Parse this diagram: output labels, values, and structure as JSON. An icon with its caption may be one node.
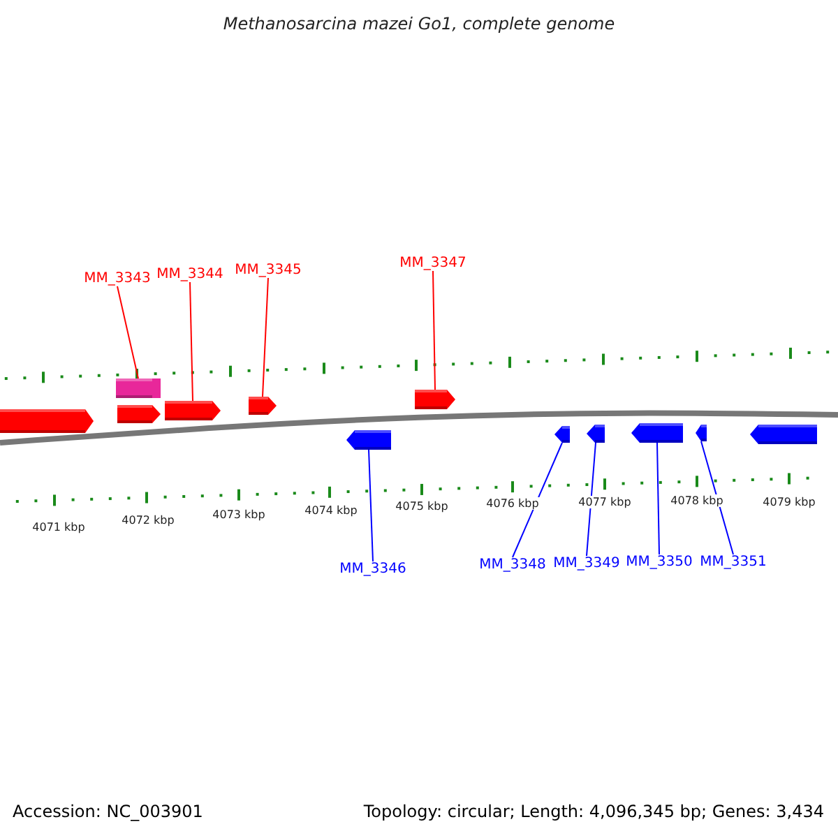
{
  "diagram": {
    "title": "Methanosarcina mazei Go1, complete genome",
    "nodes": [
      {
        "text": [
          "MM_3343"
        ]
      },
      {
        "text": [
          "MM_3344"
        ]
      },
      {
        "text": [
          "MM_3345"
        ]
      },
      {
        "text": [
          "MM_3347"
        ]
      },
      {
        "text": [
          "MM_3346"
        ]
      },
      {
        "text": [
          "MM_3348"
        ]
      },
      {
        "text": [
          "MM_3349"
        ]
      },
      {
        "text": [
          "MM_3350"
        ]
      },
      {
        "text": [
          "MM_3351"
        ]
      },
      {
        "text": [],
        "shape": "arrow"
      },
      {
        "text": [],
        "shape": "box"
      },
      {
        "text": [],
        "shape": "arrow"
      },
      {
        "text": [],
        "shape": "arrow"
      },
      {
        "text": [],
        "shape": "arrow"
      },
      {
        "text": [],
        "shape": "arrow"
      },
      {
        "text": [],
        "shape": "arrow"
      },
      {
        "text": [],
        "shape": "arrow"
      },
      {
        "text": [],
        "shape": "arrow"
      },
      {
        "text": [],
        "shape": "arrow"
      },
      {
        "text": [],
        "shape": "arrow"
      },
      {
        "text": [],
        "shape": "arrow"
      }
    ],
    "edges": [
      {
        "from": 0,
        "to": 10,
        "arrow": "none",
        "color": "#ff0000"
      },
      {
        "from": 1,
        "to": 12,
        "arrow": "none",
        "color": "#ff0000"
      },
      {
        "from": 2,
        "to": 13,
        "arrow": "none",
        "color": "#ff0000"
      },
      {
        "from": 3,
        "to": 14,
        "arrow": "none",
        "color": "#ff0000"
      },
      {
        "from": 4,
        "to": 15,
        "arrow": "none"
      },
      {
        "from": 5,
        "to": 16,
        "arrow": "none"
      },
      {
        "from": 6,
        "to": 17,
        "arrow": "none"
      },
      {
        "from": 7,
        "to": 18,
        "arrow": "none"
      },
      {
        "from": 8,
        "to": 19,
        "arrow": "none"
      }
    ],
    "labels": [
      "4071 kbp",
      "4072 kbp",
      "4073 kbp",
      "4074 kbp",
      "4075 kbp",
      "4076 kbp",
      "4077 kbp",
      "4078 kbp",
      "4079 kbp",
      "Accession: NC_003901",
      "Topology: circular; Length: 4,096,345 bp; Genes: 3,434"
    ]
  }
}
